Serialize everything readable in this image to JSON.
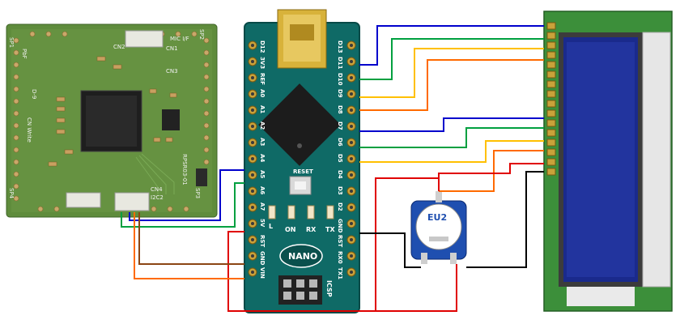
{
  "diagram": {
    "sensor_board": {
      "silk_labels": {
        "sp1": "SP1",
        "sp2": "SP2",
        "sp3": "SP3",
        "sp4": "SP4",
        "mic_if": "MIC I/F",
        "cn1": "CN1",
        "cn2": "CN2",
        "cn3": "CN3",
        "cn4": "CN4",
        "i2c2": "I2C2",
        "model": "RPSR03-01",
        "pbf": "PbF",
        "d9": "D-9",
        "cn_write": "CN Write"
      }
    },
    "arduino_nano": {
      "name": "NANO",
      "reset_label": "RESET",
      "icsp_label": "ICSP",
      "led_labels": {
        "l": "L",
        "on": "ON",
        "rx": "RX",
        "tx": "TX"
      },
      "left_pins": [
        "D12",
        "3V3",
        "REF",
        "A0",
        "A1",
        "A2",
        "A3",
        "A4",
        "A5",
        "A6",
        "A7",
        "5V",
        "RST",
        "GND",
        "VIN"
      ],
      "right_pins": [
        "D13",
        "D11",
        "D10",
        "D9",
        "D8",
        "D7",
        "D6",
        "D5",
        "D4",
        "D3",
        "D2",
        "GND",
        "RST",
        "RX0",
        "TX1"
      ]
    },
    "potentiometer": {
      "label": "EU2"
    }
  },
  "colors": {
    "pcb_green": "#5d8a3a",
    "nano_teal": "#0c6a66",
    "lcd_blue": "#1a2a8c",
    "wire_blue": "#0000cc",
    "wire_green": "#00a040",
    "wire_yellow": "#ffc000",
    "wire_orange": "#ff6a00",
    "wire_red": "#e00000",
    "wire_black": "#000000",
    "wire_brown": "#8b4513"
  },
  "icons": [
    "usb-connector-icon",
    "chip-icon",
    "potentiometer-icon",
    "lcd-module-icon"
  ]
}
